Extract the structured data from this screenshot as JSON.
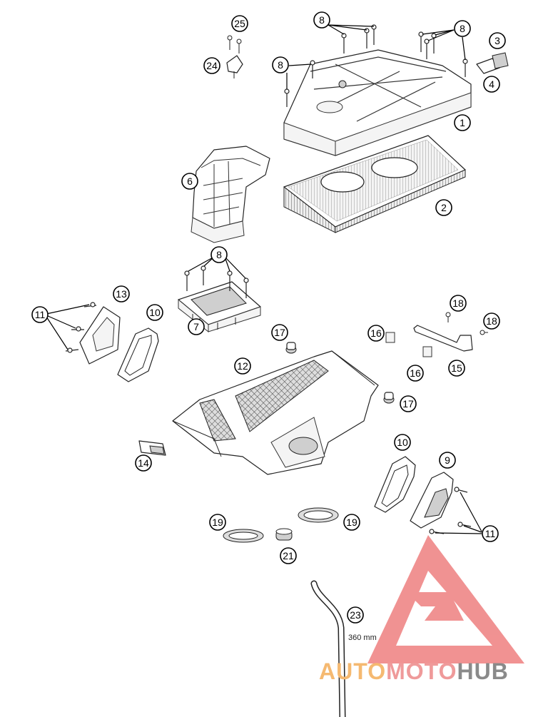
{
  "callouts": [
    "1",
    "2",
    "3",
    "4",
    "6",
    "7",
    "8",
    "8",
    "8",
    "8",
    "9",
    "10",
    "10",
    "11",
    "11",
    "12",
    "13",
    "14",
    "15",
    "16",
    "16",
    "17",
    "17",
    "18",
    "18",
    "19",
    "19",
    "21",
    "23",
    "24",
    "25"
  ],
  "dimension_label": "360 mm",
  "logo": {
    "part1": "AUTO",
    "part2": "MOTO",
    "part3": "HUB",
    "color_auto": "#f5b971",
    "color_moto": "#ef9a9a",
    "color_hub": "#8a8a8a",
    "mark_color": "#ee7f7f"
  }
}
